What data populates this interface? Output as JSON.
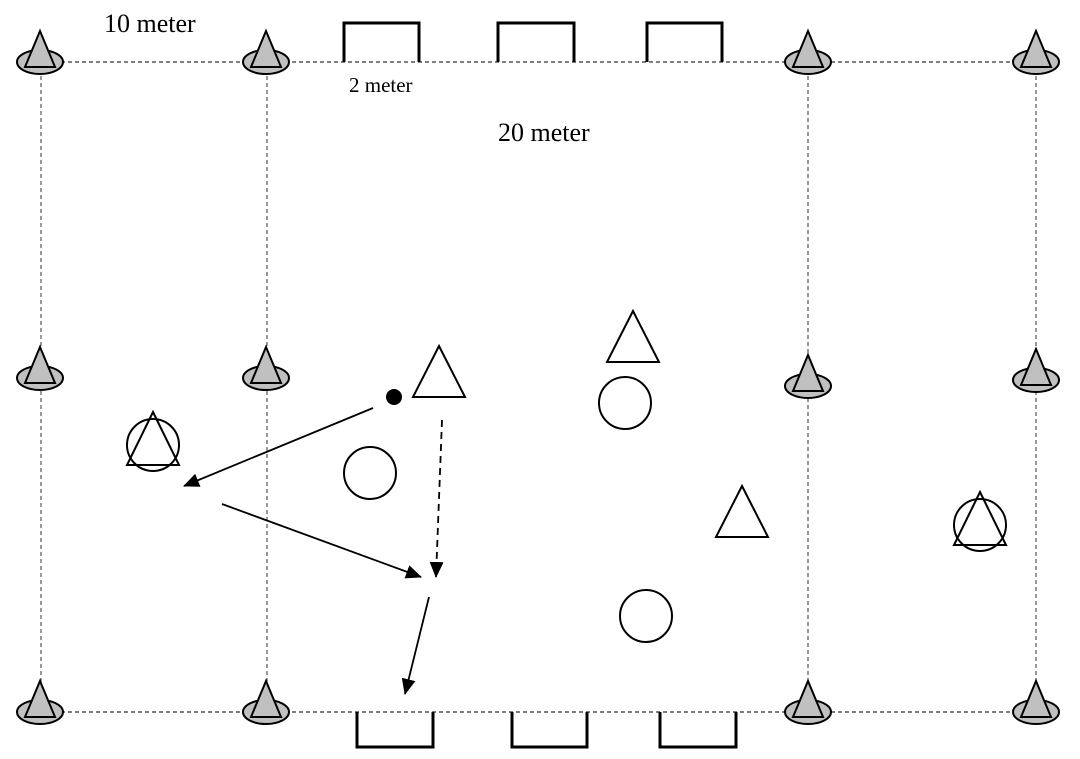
{
  "diagram": {
    "title": "Soccer drill field layout",
    "labels": {
      "width_label": "10 meter",
      "goal_width_label": "2 meter",
      "length_label": "20 meter"
    },
    "colors": {
      "cone_fill": "#c0c0c0",
      "line": "#000000",
      "dashed_line": "#555555",
      "background": "#ffffff"
    },
    "legend_semantics": {
      "cone": "cone-marker",
      "triangle": "player-team-a",
      "circle": "player-team-b",
      "triangle_in_circle": "neutral-player",
      "ball": "ball",
      "solid_arrow": "pass",
      "dashed_arrow": "run"
    },
    "cones_count": 12,
    "top_goals_count": 3,
    "bottom_goals_count": 3,
    "triangle_players_count": 3,
    "circle_players_count": 3,
    "neutral_players_count": 2,
    "arrows": [
      {
        "type": "pass",
        "style": "solid"
      },
      {
        "type": "pass",
        "style": "solid"
      },
      {
        "type": "run",
        "style": "dashed"
      },
      {
        "type": "pass",
        "style": "solid"
      }
    ]
  }
}
